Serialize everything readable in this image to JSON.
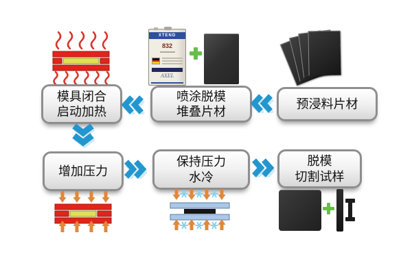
{
  "flow": {
    "row1": [
      {
        "lines": [
          "模具闭合",
          "启动加热"
        ]
      },
      {
        "lines": [
          "喷涂脱模",
          "堆叠片材"
        ]
      },
      {
        "lines": [
          "预浸料片材"
        ]
      }
    ],
    "row2": [
      {
        "lines": [
          "增加压力"
        ]
      },
      {
        "lines": [
          "保持压力",
          "水冷"
        ]
      },
      {
        "lines": [
          "脱模",
          "切割试样"
        ]
      }
    ]
  },
  "release_agent_can": {
    "brand": "XTEND",
    "model": "832",
    "maker": "AXEL"
  },
  "icons": {
    "left_arrow": "double-chevron-left",
    "right_arrow": "double-chevron-right",
    "down_arrow": "double-chevron-down",
    "plus": "plus-sign",
    "heat": "heat-waves",
    "pressure": "pressure-arrows",
    "cooling": "snowflakes"
  },
  "colors": {
    "arrow_blue": "#2496ce",
    "arrow_blue_light": "#a3d9f2",
    "hot_red": "#e0251b",
    "core_yellow": "#e3df55",
    "pressure_orange": "#e0883c",
    "cold_plate_blue": "#aac7e6",
    "snowflake_blue": "#86d2ee",
    "plus_green": "#67bf4a",
    "sheet_dark": "#303030",
    "box_border_gray": "#8e8e8e"
  }
}
